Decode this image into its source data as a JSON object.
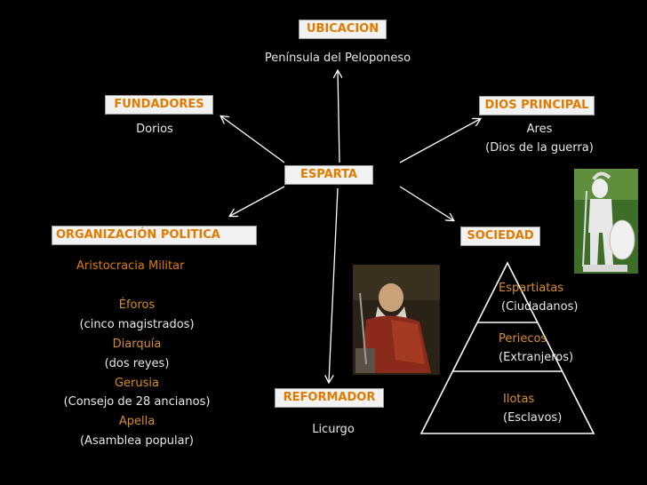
{
  "center": "ESPARTA",
  "ubicacion": {
    "title": "UBICACION",
    "text": "Península del Peloponeso"
  },
  "fundadores": {
    "title": "FUNDADORES",
    "text": "Dorios"
  },
  "dios": {
    "title": "DIOS PRINCIPAL",
    "line1": "Ares",
    "line2": "(Dios de la guerra)"
  },
  "organizacion": {
    "title": "ORGANIZACIÓN POLITICA",
    "subtitle": "Aristocracia Militar",
    "items": [
      {
        "name": "Éforos",
        "desc": "(cinco magistrados)"
      },
      {
        "name": "Diarquía",
        "desc": "(dos reyes)"
      },
      {
        "name": "Gerusia",
        "desc": "(Consejo de 28 ancianos)"
      },
      {
        "name": "Apella",
        "desc": "(Asamblea popular)"
      }
    ]
  },
  "sociedad": {
    "title": "SOCIEDAD",
    "levels": [
      {
        "name": "Espartiatas",
        "desc": "(Ciudadanos)"
      },
      {
        "name": "Periecos",
        "desc": "(Extranjeros)"
      },
      {
        "name": "Ilotas",
        "desc": "(Esclavos)"
      }
    ]
  },
  "reformador": {
    "title": "REFORMADOR",
    "text": "Licurgo"
  },
  "colors": {
    "accent": "#e07b00",
    "box_bg": "#f2f2f2",
    "text": "#e8e8e8",
    "background": "#000000"
  }
}
